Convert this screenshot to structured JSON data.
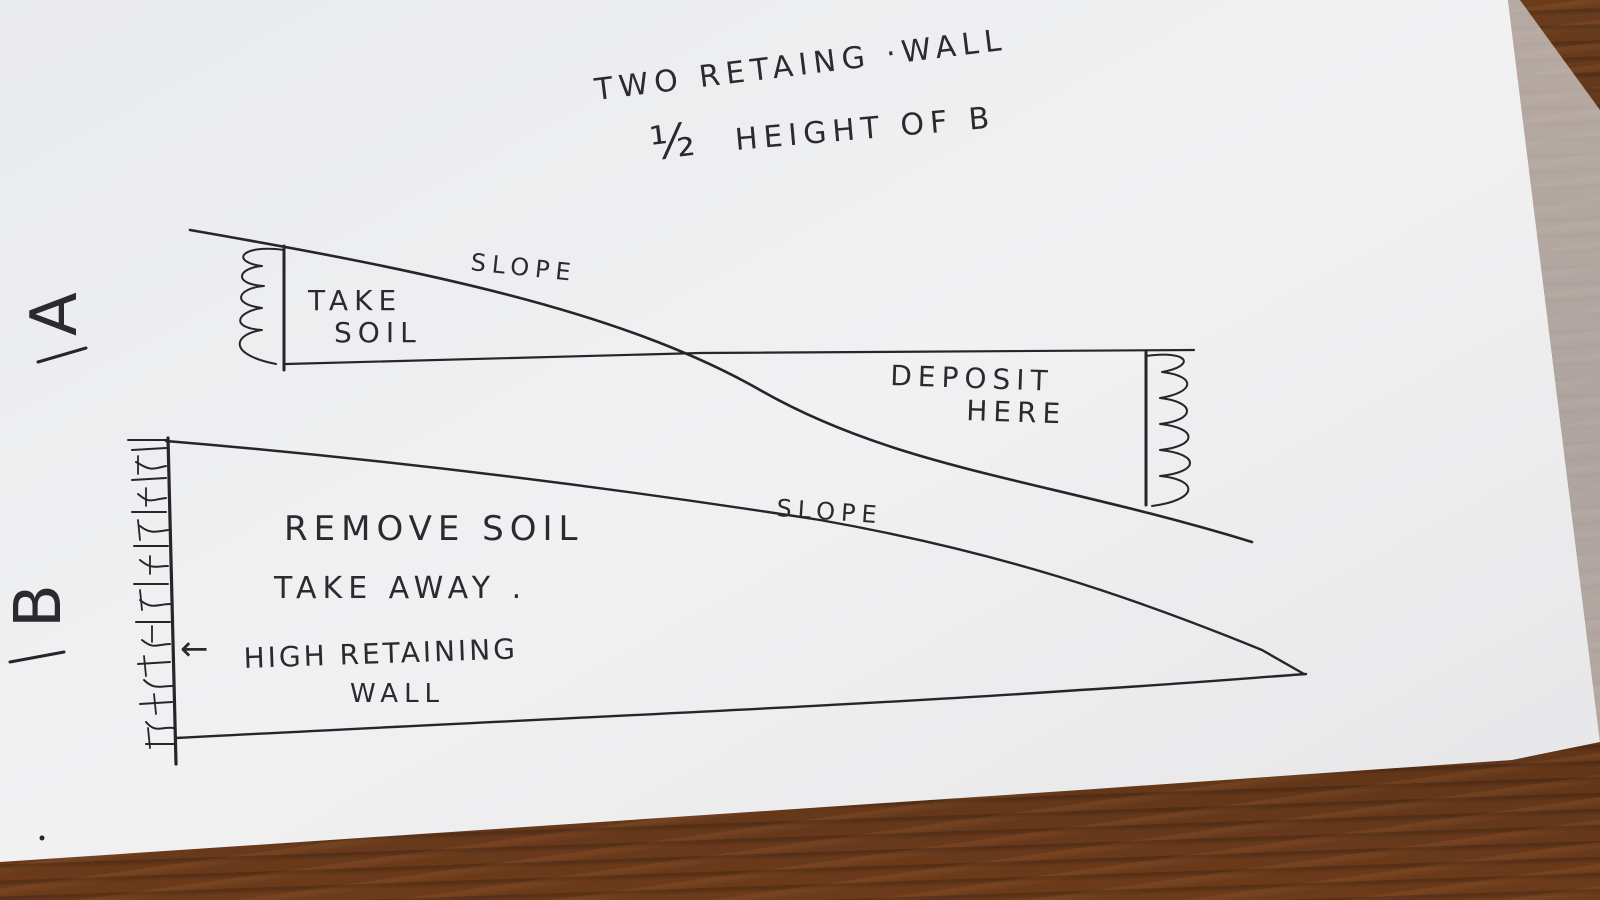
{
  "title": {
    "line1": "TWO RETAING ·WALL",
    "line2_fraction": "½",
    "line2": "HEIGHT  OF B"
  },
  "diagram_a": {
    "letter": "A",
    "slope_label": "SLOPE",
    "take_label_1": "TAKE",
    "take_label_2": "SOIL",
    "deposit_label_1": "DEPOSIT",
    "deposit_label_2": "HERE"
  },
  "diagram_b": {
    "letter": "B",
    "slope_label": "SLOPE",
    "remove_label": "REMOVE  SOIL",
    "take_away_label": "TAKE  AWAY .",
    "wall_label_1": "HIGH RETAINING",
    "wall_label_2": "WALL",
    "arrow": "←"
  }
}
